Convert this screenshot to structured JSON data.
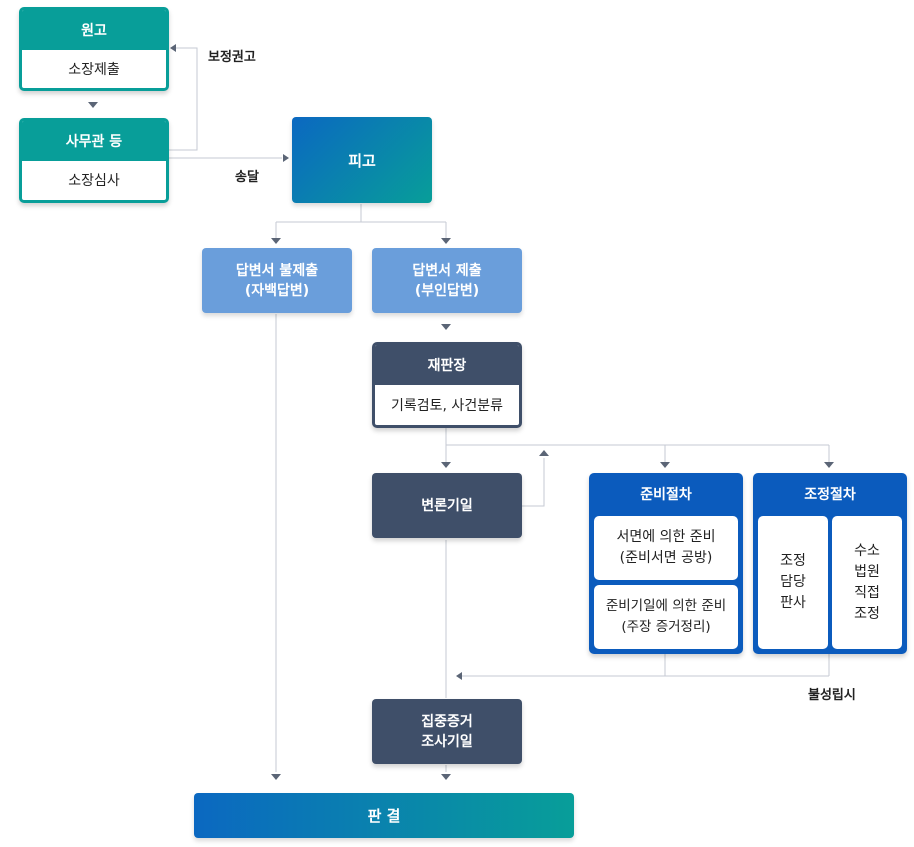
{
  "plaintiff": {
    "title": "원고",
    "body": "소장제출"
  },
  "clerk": {
    "title": "사무관 등",
    "body": "소장심사"
  },
  "defendant": {
    "title": "피고"
  },
  "labels": {
    "correction": "보정권고",
    "delivery": "송달",
    "failure": "불성립시"
  },
  "no_answer": {
    "line1": "답변서 불제출",
    "line2": "(자백답변)"
  },
  "answer": {
    "line1": "답변서 제출",
    "line2": "(부인답변)"
  },
  "presiding": {
    "title": "재판장",
    "body": "기록검토, 사건분류"
  },
  "hearing": {
    "title": "변론기일"
  },
  "preparation": {
    "title": "준비절차",
    "item1": {
      "line1": "서면에 의한 준비",
      "line2": "(준비서면 공방)"
    },
    "item2": {
      "line1": "준비기일에 의한 준비",
      "line2": "(주장 증거정리)"
    }
  },
  "mediation": {
    "title": "조정절차",
    "item1": {
      "line1": "조정",
      "line2": "담당",
      "line3": "판사"
    },
    "item2": {
      "line1": "수소",
      "line2": "법원",
      "line3": "직접",
      "line4": "조정"
    }
  },
  "intensive": {
    "line1": "집중증거",
    "line2": "조사기일"
  },
  "judgment": {
    "title": "판 결"
  },
  "colors": {
    "teal": "#089e99",
    "blue": "#0b5bbd",
    "light_blue": "#6a9edb",
    "dark": "#3f4f69",
    "line": "#c5cad3",
    "arrow": "#5b6576"
  }
}
